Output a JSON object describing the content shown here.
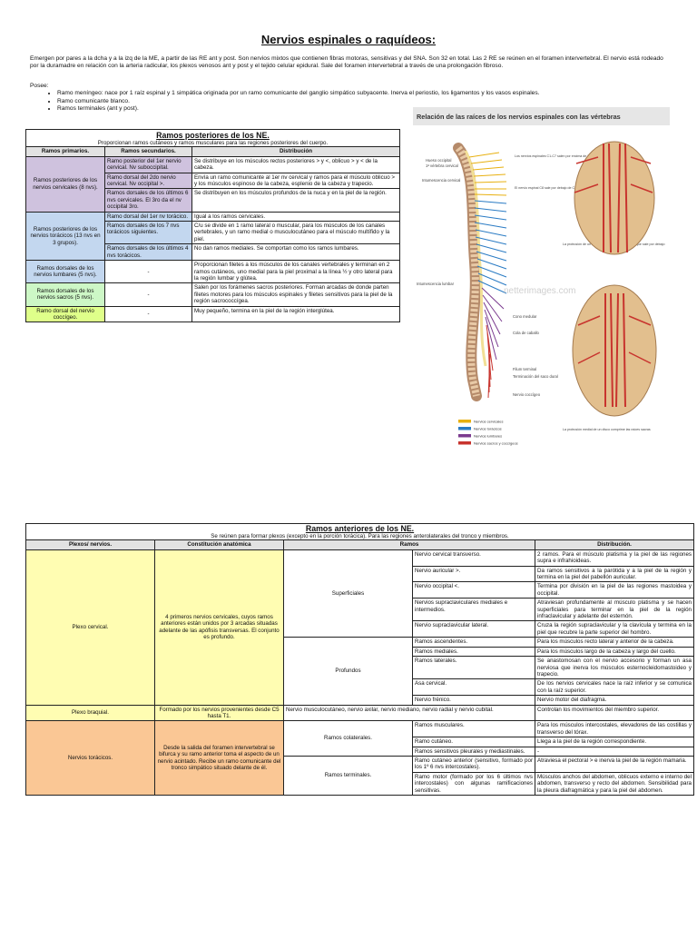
{
  "title": "Nervios espinales o raquídeos:",
  "intro": "Emergen por pares a la dcha y a la izq de la ME, a partir de las RE ant y post. Son nervios mixtos que contienen fibras motoras, sensitivas y del SNA. Son 32 en total. Las 2 RE se reúnen en el foramen intervertebral. El nervio está rodeado por la duramadre en relación con la arteria radicular, los plexos venosos ant y post y el tejido celular epidural. Sale del foramen intervertebral a través de una prolongación fibroso.",
  "posee": {
    "label": "Posee:",
    "items": [
      "Ramo meníngeo: nace por 1 raíz espinal y 1 simpática originada por un ramo comunicante del ganglio simpático subyacente. Inerva el periostio, los ligamentos y los vasos espinales.",
      "Ramo comunicante blanco.",
      "Ramos terminales (ant y post)."
    ]
  },
  "posterior_table": {
    "title": "Ramos posteriores de los NE.",
    "subtitle": "Proporcionan ramos cutáneos y ramos musculares para las regiones posteriores del cuerpo.",
    "headers": [
      "Ramos primarios.",
      "Ramos secundarios.",
      "Distribución"
    ],
    "groups": [
      {
        "primary": "Ramos posteriores de los nervios cervicales (8 nvs).",
        "color": "#cfc2de",
        "rows": [
          {
            "secondary": "Ramo posterior del 1er nervio cervical. Nv suboccipital.",
            "distribution": "Se distribuye en los músculos rectos posteriores > y <, oblicuo > y < de la cabeza."
          },
          {
            "secondary": "Ramo dorsal del 2do nervio cervical. Nv occipital >.",
            "distribution": "Envía un ramo comunicante al 1er nv cervical y ramos para el músculo oblicuo > y los músculos espinoso de la cabeza, esplenio de la cabeza y trapecio."
          },
          {
            "secondary": "Ramos dorsales de los últimos 6 nvs cervicales. El 3ro da el nv occipital 3ro.",
            "distribution": "Se distribuyen en los músculos profundos de la nuca y en la piel de la región."
          }
        ]
      },
      {
        "primary": "Ramos posteriores de los nervios torácicos (13 nvs en 3 grupos).",
        "color": "#c3d7ef",
        "rows": [
          {
            "secondary": "Ramo dorsal del 1er nv torácico.",
            "distribution": "Igual a los ramos cervicales."
          },
          {
            "secondary": "Ramos dorsales de los 7 nvs torácicos siguientes.",
            "distribution": "C/u se divide en 1 ramo lateral o muscular, para los músculos de los canales vertebrales, y un ramo medial o musculocutáneo para el músculo multífido y la piel."
          },
          {
            "secondary": "Ramos dorsales de los últimos 4 nvs torácicos.",
            "distribution": "No dan ramos mediales. Se comportan como los ramos lumbares."
          }
        ]
      },
      {
        "primary": "Ramos dorsales de los nervios lumbares (5 nvs).",
        "color": "#c3d7ef",
        "secondary": "-",
        "distribution": "Proporcionan filetes a los músculos de los canales vertebrales y terminan en 2 ramos cutáneos, uno medial para la piel proximal a la línea ½ y otro lateral para la región lumbar y glútea."
      },
      {
        "primary": "Ramos dorsales de los nervios sacros (5 nvs).",
        "color": "#cdf7c6",
        "secondary": "-",
        "distribution": "Salen por los forámenes sacros posteriores. Forman arcadas de donde parten filetes motores para los músculos espinales y filetes sensitivos para la piel de la región sacrococcígea."
      },
      {
        "primary": "Ramo dorsal del nervio coccígeo.",
        "color": "#dfff8a",
        "secondary": "-",
        "distribution": "Muy pequeño, termina en la piel de la región interglútea."
      }
    ]
  },
  "figure": {
    "caption": "Relación de las raíces de los nervios espinales con las vértebras",
    "watermark": "netterimages.com",
    "left_labels": [
      "Hueso occipital",
      "1ª vértebra cervical",
      "Intumescencia cervical",
      "Intumescencia lumbar",
      "Cono medular",
      "Cola de caballo",
      "Filum terminal",
      "Terminación del saco dural",
      "Nervio coccígeo"
    ],
    "legend": [
      "Nervios cervicales",
      "Nervios torácicos",
      "Nervios lumbares",
      "Nervios sacros y coccígeos"
    ],
    "legend_colors": [
      "#e8b010",
      "#2a7bc4",
      "#7b3b8f",
      "#c8342e"
    ],
    "right_notes": [
      "Los nervios espinales C1-C7 salen por encima de la vértebra correspondiente",
      "El nervio espinal C8 sale por debajo de C7",
      "La protrusión de un disco lumbar comprime la raíz que sale por debajo",
      "La protrusión medial de un disco comprime las raíces sacras"
    ]
  },
  "anterior_table": {
    "title": "Ramos anteriores de los NE.",
    "subtitle": "Se reúnen para formar plexos (excepto en la porción torácica). Para las regiones anterolaterales del tronco y miembros.",
    "headers": [
      "Plexos/ nervios.",
      "Constitución anatómica",
      "Ramos",
      "Distribución."
    ],
    "cervical": {
      "plexo": "Plexo cervical.",
      "constitucion": "4 primeros nervios cervicales, cuyos ramos anteriores están unidos por 3 arcadas situadas adelante de las apófisis transversas. El conjunto es profundo.",
      "superficiales_label": "Superficiales",
      "superficiales": [
        {
          "ramo": "Nervio cervical transverso.",
          "dist": "2 ramos. Para el músculo platisma y la piel de las regiones supra e infrahioideas."
        },
        {
          "ramo": "Nervio auricular >.",
          "dist": "Da ramos sensitivos a la parótida y a la piel de la región y termina en la piel del pabellón auricular."
        },
        {
          "ramo": "Nervio occipital <.",
          "dist": "Termina por división en la piel de las regiones mastoidea y occipital."
        },
        {
          "ramo": "Nervios supraclaviculares mediales e intermedios.",
          "dist": "Atraviesan profundamente al músculo platisma y se hacen superficiales para terminar en la piel de la región infraclavicular y adelante del esternón."
        },
        {
          "ramo": "Nervio supraclavicular lateral.",
          "dist": "Cruza la región supraclavicular y la clavícula y termina en la piel que recubre la parte superior del hombro."
        }
      ],
      "profundos_label": "Profundos",
      "profundos": [
        {
          "ramo": "Ramos ascendentes.",
          "dist": "Para los músculos recto lateral y anterior de la cabeza."
        },
        {
          "ramo": "Ramos mediales.",
          "dist": "Para los músculos largo de la cabeza y largo del cuello."
        },
        {
          "ramo": "Ramos laterales.",
          "dist": "Se anastomosan con el nervio accesorio y forman un asa nerviosa que inerva los músculos esternocleidomastoideo y trapecio."
        },
        {
          "ramo": "Asa cervical.",
          "dist": "De los nervios cervicales nace la raíz inferior y se comunica con la raíz superior."
        },
        {
          "ramo": "Nervio frénico.",
          "dist": "Nervio motor del diafragma."
        }
      ]
    },
    "braquial": {
      "plexo": "Plexo braquial.",
      "constitucion": "Formado por los nervios provenientes desde C5 hasta T1.",
      "ramos": "Nervio musculocutáneo, nervio axilar, nervio mediano, nervio radial y nervio cubital.",
      "dist": "Controlan los movimientos del miembro superior."
    },
    "toracicos": {
      "plexo": "Nervios torácicos.",
      "constitucion": "Desde la salida del foramen intervertebral se bifurca y su ramo anterior toma el aspecto de un nervio acintado. Recibe un ramo comunicante del tronco simpático situado delante de él.",
      "colaterales_label": "Ramos colaterales.",
      "colaterales": [
        {
          "ramo": "Ramos musculares.",
          "dist": "Para los músculos intercostales, elevadores de las costillas y transverso del tórax."
        },
        {
          "ramo": "Ramo cutáneo.",
          "dist": "Llega a la piel de la región correspondiente."
        },
        {
          "ramo": "Ramos sensitivos pleurales y mediastinales.",
          "dist": "-"
        }
      ],
      "terminales_label": "Ramos terminales.",
      "terminales": [
        {
          "ramo": "Ramo cutáneo anterior (sensitivo, formado por los 1º 6 nvs intercostales).",
          "dist": "Atraviesa el pectoral > e inerva la piel de la región mamaria."
        },
        {
          "ramo": "Ramo motor (formado por los 6 últimos nvs intercostales) con algunas ramificaciones sensitivas.",
          "dist": "Músculos anchos del abdomen, oblicuos externo e interno del abdomen, transverso y recto del abdomen. Sensibilidad para la pleura diafragmática y para la piel del abdomen."
        }
      ]
    }
  }
}
